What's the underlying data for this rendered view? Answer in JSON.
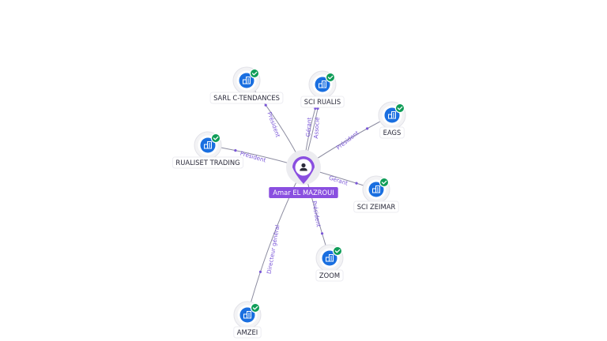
{
  "graph": {
    "center": {
      "id": "person",
      "label": "Amar EL MAZROUI"
    },
    "nodes": [
      {
        "id": "sarl-c-tendances",
        "label": "SARL C-TENDANCES",
        "verified": true
      },
      {
        "id": "sci-rualis",
        "label": "SCI RUALIS",
        "verified": true
      },
      {
        "id": "eags",
        "label": "EAGS",
        "verified": true
      },
      {
        "id": "rualiset-trading",
        "label": "RUALISET TRADING",
        "verified": true
      },
      {
        "id": "sci-zeimar",
        "label": "SCI ZEIMAR",
        "verified": true
      },
      {
        "id": "zoom",
        "label": "ZOOM",
        "verified": true
      },
      {
        "id": "amzei",
        "label": "AMZEI",
        "verified": true
      }
    ],
    "edges": [
      {
        "to": "sarl-c-tendances",
        "label": "Président"
      },
      {
        "to": "sci-rualis",
        "label": "Gérant"
      },
      {
        "to": "sci-rualis",
        "label": "Associé"
      },
      {
        "to": "eags",
        "label": "Président"
      },
      {
        "to": "rualiset-trading",
        "label": "Président"
      },
      {
        "to": "sci-zeimar",
        "label": "Gérant"
      },
      {
        "to": "zoom",
        "label": "Président"
      },
      {
        "to": "amzei",
        "label": "Directeur général"
      }
    ]
  },
  "icons": {
    "company": "building-icon",
    "person": "user-icon",
    "verified": "check-badge-icon"
  },
  "colors": {
    "company_icon": "#1a6fe0",
    "check_badge": "#0f9d58",
    "person_accent": "#8a4fe0",
    "center_label_bg": "#8a4fe0",
    "edge": "#8c8ca0",
    "edge_label": "#7a56d8"
  }
}
